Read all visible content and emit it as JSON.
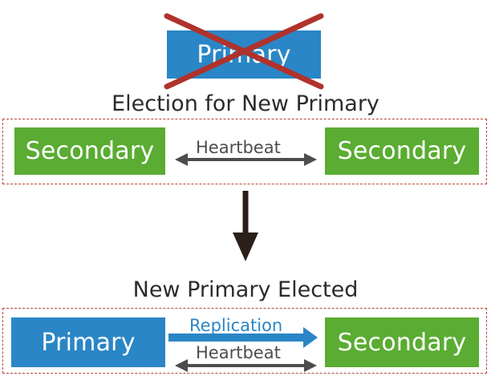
{
  "old_primary": {
    "label": "Primary"
  },
  "election": {
    "title": "Election for New Primary",
    "left_label": "Secondary",
    "right_label": "Secondary",
    "link_label": "Heartbeat"
  },
  "elected": {
    "title": "New Primary Elected",
    "primary_label": "Primary",
    "secondary_label": "Secondary",
    "replication_label": "Replication",
    "heartbeat_label": "Heartbeat"
  },
  "colors": {
    "primary": "#2a86c6",
    "secondary": "#5aac32",
    "cross": "#b0322c",
    "group_border": "#b8473a",
    "arrow": "#4d4d4d",
    "transition_arrow": "#2b1f1a"
  }
}
